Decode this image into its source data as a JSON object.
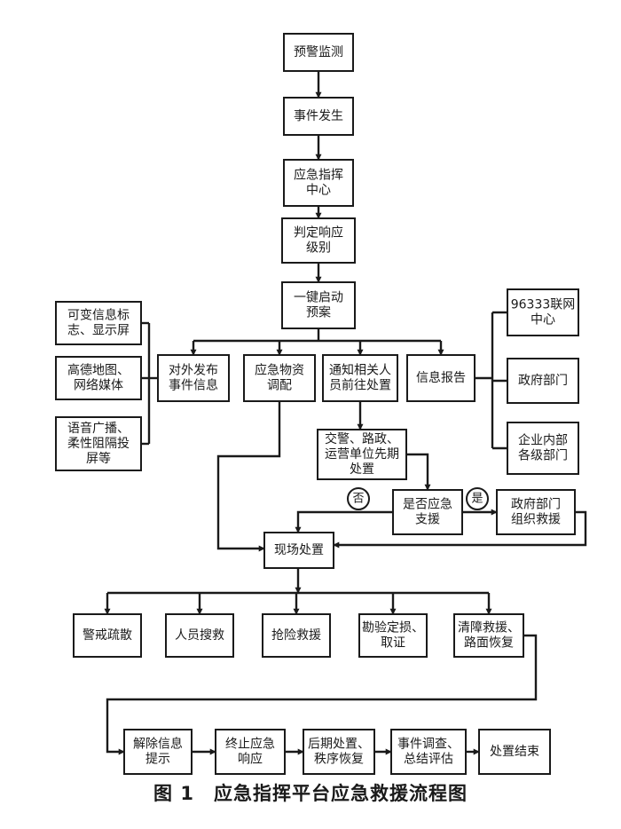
{
  "nodes": {
    "yujing": [
      "预警监测"
    ],
    "shijian": [
      "事件发生"
    ],
    "zhihui": [
      "应急指挥",
      "中心"
    ],
    "panding": [
      "判定响应",
      "级别"
    ],
    "qidong": [
      "一键启动",
      "预案"
    ],
    "kebian": [
      "可变信息标",
      "志、显示屏"
    ],
    "gaode": [
      "高德地图、",
      "网络媒体"
    ],
    "yuyin": [
      "语音广播、",
      "柔性阻隔投",
      "屏等"
    ],
    "duiwai": [
      "对外发布",
      "事件信息"
    ],
    "wuzi": [
      "应急物资",
      "调配"
    ],
    "tongzhi": [
      "通知相关人",
      "员前往处置"
    ],
    "baogao": [
      "信息报告"
    ],
    "lianwang": [
      "96333联网",
      "中心"
    ],
    "zhengfu": [
      "政府部门"
    ],
    "qiye": [
      "企业内部",
      "各级部门"
    ],
    "jiaojing": [
      "交警、路政、",
      "运营单位先期",
      "处置"
    ],
    "shifou": [
      "是否应急",
      "支援"
    ],
    "zuzhi": [
      "政府部门",
      "组织救援"
    ],
    "xianchang": [
      "现场处置"
    ],
    "jingjie": [
      "警戒疏散"
    ],
    "renyuan": [
      "人员搜救"
    ],
    "qiangxian": [
      "抢险救援"
    ],
    "kanyan": [
      "勘验定损、",
      "取证"
    ],
    "qingzhang": [
      "清障救援、",
      "路面恢复"
    ],
    "jiechu": [
      "解除信息",
      "提示"
    ],
    "zhongzhi": [
      "终止应急",
      "响应"
    ],
    "houqi": [
      "后期处置、",
      "秩序恢复"
    ],
    "diaocha": [
      "事件调查、",
      "总结评估"
    ],
    "jieshu": [
      "处置结束"
    ]
  },
  "decision_labels": {
    "no": "否",
    "yes": "是"
  },
  "caption": "图 1　应急指挥平台应急救援流程图"
}
